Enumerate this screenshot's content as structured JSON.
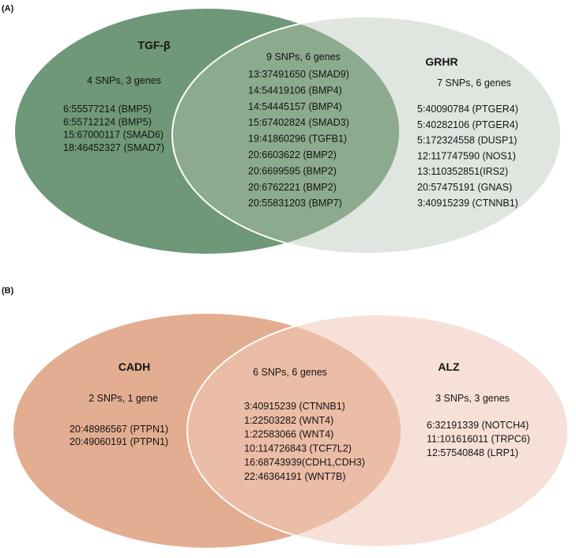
{
  "panel_a": {
    "label": "(A)",
    "left": {
      "title": "TGF-β",
      "count": "4 SNPs, 3 genes",
      "color": "#6f9878",
      "snps": [
        "6:55577214 (BMP5)",
        "6:55712124 (BMP5)",
        "15:67000117 (SMAD6)",
        "18:46452327 (SMAD7)"
      ]
    },
    "overlap": {
      "count": "9 SNPs, 6 genes",
      "color": "#8caa8e",
      "snps": [
        "13:37491650 (SMAD9)",
        "14:54419106 (BMP4)",
        "14:54445157 (BMP4)",
        "15:67402824 (SMAD3)",
        "19:41860296 (TGFB1)",
        "20:6603622 (BMP2)",
        "20:6699595 (BMP2)",
        "20:6762221 (BMP2)",
        "20:55831203 (BMP7)"
      ]
    },
    "right": {
      "title": "GRHR",
      "count": "7 SNPs, 6 genes",
      "color": "#dfe5df",
      "snps": [
        "5:40090784 (PTGER4)",
        "5:40282106 (PTGER4)",
        "5:172324558 (DUSP1)",
        "12:117747590 (NOS1)",
        "13:110352851(IRS2)",
        "20:57475191 (GNAS)",
        "3:40915239 (CTNNB1)"
      ]
    }
  },
  "panel_b": {
    "label": "(B)",
    "left": {
      "title": "CADH",
      "count": "2 SNPs, 1 gene",
      "color": "#e3ad91",
      "snps": [
        "20:48986567 (PTPN1)",
        "20:49060191 (PTPN1)"
      ]
    },
    "overlap": {
      "count": "6 SNPs, 6 genes",
      "color": "#ebbca6",
      "snps": [
        "3:40915239 (CTNNB1)",
        "1:22503282 (WNT4)",
        "1:22583066 (WNT4)",
        "10:114726843 (TCF7L2)",
        "16:68743939(CDH1,CDH3)",
        "22:46364191 (WNT7B)"
      ]
    },
    "right": {
      "title": "ALZ",
      "count": "3 SNPs, 3 genes",
      "color": "#f7e0d7",
      "snps": [
        "6:32191339 (NOTCH4)",
        "11:101616011 (TRPC6)",
        "12:57540848 (LRP1)"
      ]
    }
  }
}
